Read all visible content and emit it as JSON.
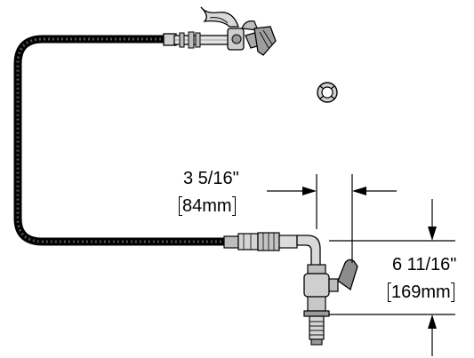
{
  "dimensions": {
    "width_imperial": "3 5/16\"",
    "width_metric": "84mm",
    "height_imperial": "6 11/16\"",
    "height_metric": "169mm"
  },
  "colors": {
    "line": "#000000",
    "hose": "#1a1a1a",
    "metal_light": "#d9d9d9",
    "metal_mid": "#8c8c8c",
    "background": "#ffffff"
  }
}
